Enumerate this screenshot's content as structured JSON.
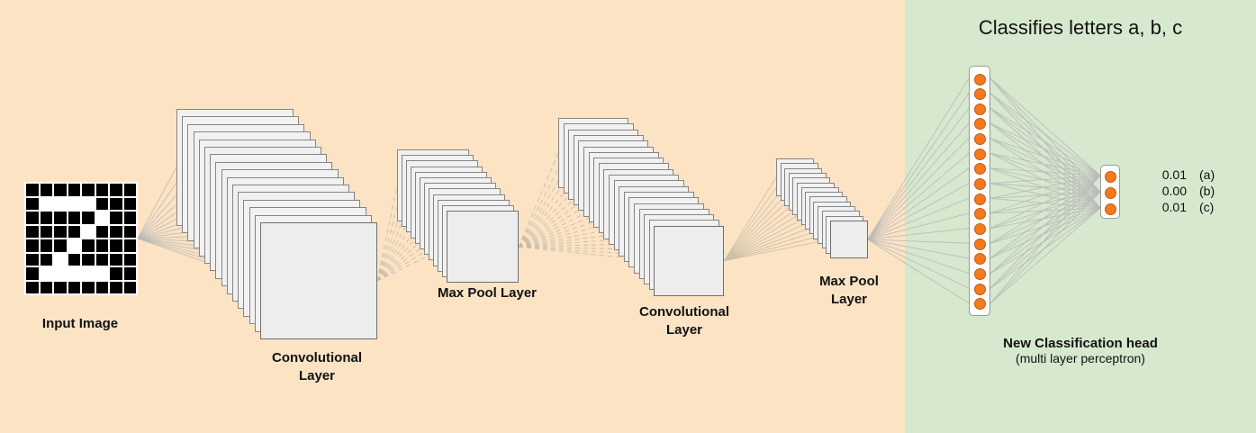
{
  "input": {
    "label": "Input Image",
    "grid": [
      [
        0,
        0,
        0,
        0,
        0,
        0,
        0,
        0
      ],
      [
        0,
        1,
        1,
        1,
        1,
        0,
        0,
        0
      ],
      [
        0,
        0,
        0,
        0,
        0,
        1,
        0,
        0
      ],
      [
        0,
        0,
        0,
        0,
        1,
        0,
        0,
        0
      ],
      [
        0,
        0,
        0,
        1,
        0,
        0,
        0,
        0
      ],
      [
        0,
        0,
        1,
        0,
        0,
        0,
        0,
        0
      ],
      [
        0,
        1,
        1,
        1,
        1,
        1,
        0,
        0
      ],
      [
        0,
        0,
        0,
        0,
        0,
        0,
        0,
        0
      ]
    ]
  },
  "layers": [
    {
      "id": "conv1",
      "label": "Convolutional Layer",
      "sheets": 16
    },
    {
      "id": "pool1",
      "label": "Max Pool Layer",
      "sheets": 12
    },
    {
      "id": "conv2",
      "label": "Convolutional Layer",
      "sheets": 20
    },
    {
      "id": "pool2",
      "label": "Max Pool Layer",
      "sheets": 14
    }
  ],
  "head": {
    "title": "Classifies letters a, b, c",
    "hidden_neurons": 16,
    "output_neurons": 3,
    "outputs": [
      {
        "value": "0.01",
        "letter": "(a)"
      },
      {
        "value": "0.00",
        "letter": "(b)"
      },
      {
        "value": "0.01",
        "letter": "(c)"
      }
    ],
    "caption_title": "New Classification head",
    "caption_sub": "(multi layer perceptron)"
  },
  "colors": {
    "left_bg": "#fbe3c4",
    "right_bg": "#d6e8cd",
    "neuron": "#f4791f",
    "wire": "#b9b9b9"
  }
}
